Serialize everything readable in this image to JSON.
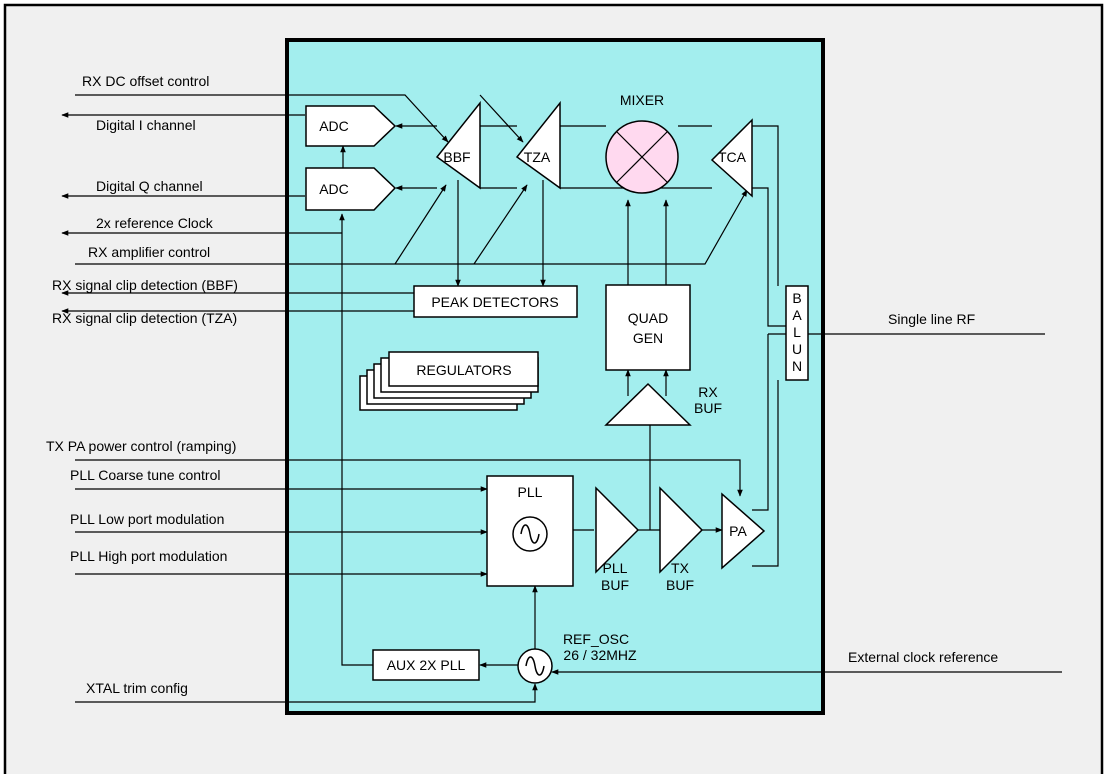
{
  "signals": {
    "rx_dc_offset": "RX DC offset control",
    "digital_i": "Digital I channel",
    "digital_q": "Digital Q channel",
    "ref_clock_2x": "2x reference Clock",
    "rx_amp_control": "RX amplifier control",
    "clip_bbf": "RX signal clip detection (BBF)",
    "clip_tza": "RX signal clip detection (TZA)",
    "tx_pa_power": "TX PA power control (ramping)",
    "pll_coarse": "PLL Coarse tune control",
    "pll_low": "PLL Low port modulation",
    "pll_high": "PLL High port modulation",
    "xtal_trim": "XTAL trim config",
    "single_line_rf": "Single line RF",
    "ext_clock_ref": "External clock reference"
  },
  "blocks": {
    "adc": "ADC",
    "bbf": "BBF",
    "tza": "TZA",
    "mixer": "MIXER",
    "tca": "TCA",
    "peak_detectors": "PEAK DETECTORS",
    "quad_gen_line1": "QUAD",
    "quad_gen_line2": "GEN",
    "balun": [
      "B",
      "A",
      "L",
      "U",
      "N"
    ],
    "regulators": "REGULATORS",
    "rx_buf_line1": "RX",
    "rx_buf_line2": "BUF",
    "pll": "PLL",
    "pll_buf_line1": "PLL",
    "pll_buf_line2": "BUF",
    "tx_buf_line1": "TX",
    "tx_buf_line2": "BUF",
    "pa": "PA",
    "aux_pll": "AUX 2X PLL",
    "ref_osc_line1": "REF_OSC",
    "ref_osc_line2": "26 / 32MHZ"
  },
  "colors": {
    "chip_fill": "#a3eeee",
    "page_bg": "#f0f0f0"
  }
}
